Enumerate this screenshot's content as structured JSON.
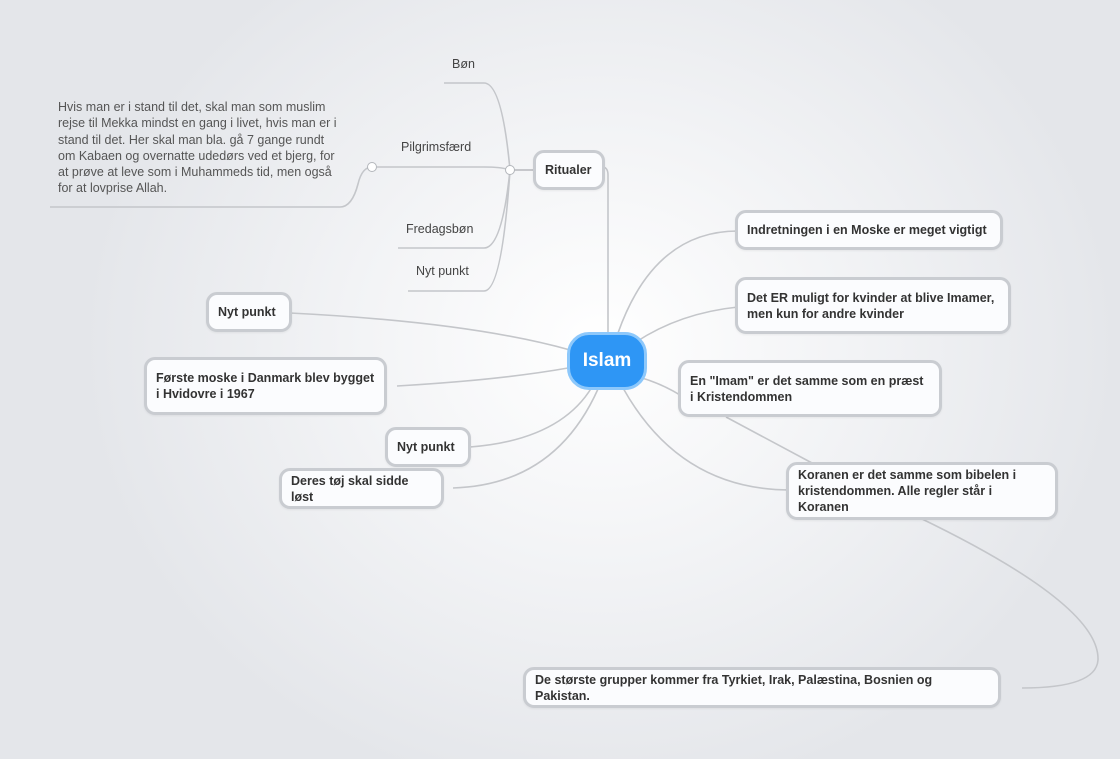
{
  "central": {
    "label": "Islam"
  },
  "ritualer": {
    "label": "Ritualer",
    "children": [
      "Bøn",
      "Pilgrimsfærd",
      "Fredagsbøn",
      "Nyt punkt"
    ],
    "pilgrim_note": "Hvis man er i stand til det, skal man som muslim rejse til Mekka mindst en gang i livet, hvis man er i stand til det. Her skal man bla. gå 7 gange rundt om Kabaen og overnatte udedørs ved et bjerg, for at prøve at leve som i Muhammeds tid, men også for at lovprise Allah."
  },
  "right_topics": [
    "Indretningen i en Moske er meget vigtigt",
    "Det ER muligt for kvinder at blive Imamer, men kun for andre kvinder",
    "En \"Imam\" er det samme som en præst i Kristendommen",
    "Koranen er det samme som bibelen i kristendommen. Alle regler står i Koranen",
    "De største grupper kommer fra Tyrkiet, Irak, Palæstina, Bosnien og Pakistan."
  ],
  "left_topics": [
    "Nyt punkt",
    "Første moske i Danmark blev bygget i Hvidovre i 1967",
    "Nyt punkt",
    "Deres tøj skal sidde løst"
  ],
  "colors": {
    "central_fill": "#2e96f5",
    "central_border": "#8dc8fb",
    "topic_border": "#c9ccd1",
    "link": "#c4c6ca"
  }
}
